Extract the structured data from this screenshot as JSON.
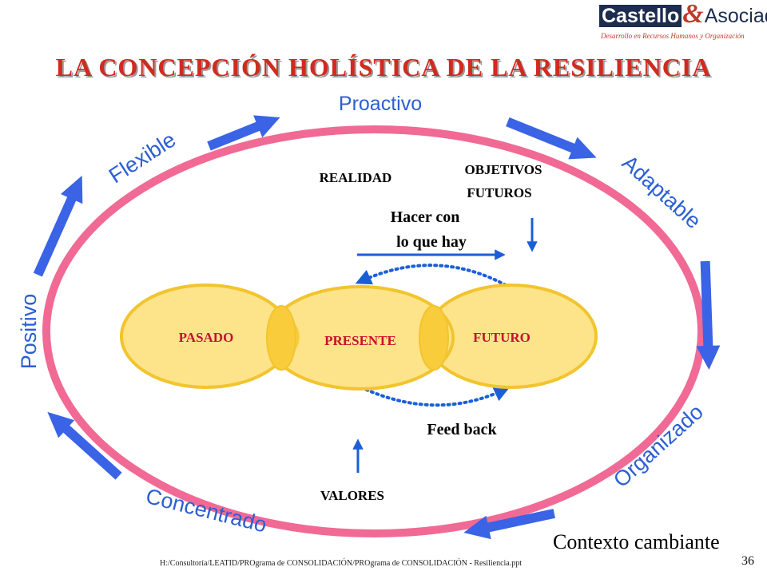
{
  "logo": {
    "name_part1": "Castello",
    "ampersand": "&",
    "name_part2": "Asociados",
    "tagline": "Desarrollo en Recursos Humanos y Organización"
  },
  "title": "LA CONCEPCIÓN HOLÍSTICA DE LA RESILIENCIA",
  "ring_words": {
    "proactivo": "Proactivo",
    "adaptable": "Adaptable",
    "organizado": "Organizado",
    "concentrado": "Concentrado",
    "positivo": "Positivo",
    "flexible": "Flexible"
  },
  "inner_labels": {
    "realidad": "REALIDAD",
    "objetivos_line1": "OBJETIVOS",
    "objetivos_line2": "FUTUROS",
    "hacer_line1": "Hacer con",
    "hacer_line2": "lo que hay",
    "feedback": "Feed back",
    "valores": "VALORES"
  },
  "circles": {
    "pasado": "PASADO",
    "presente": "PRESENTE",
    "futuro": "FUTURO"
  },
  "contexto": "Contexto cambiante",
  "footer_path": "H:/Consultoría/LEATID/PROgrama  de CONSOLIDACIÓN/PROgrama de CONSOLIDACIÓN - Resiliencia.ppt",
  "page_number": "36",
  "colors": {
    "title": "#d12a1e",
    "ring": "#f06a95",
    "arrow": "#3a63e6",
    "circle_fill": "#fde48a",
    "circle_stroke": "#f2c42e",
    "overlap": "#f9cc3c",
    "circle_text": "#c8102e"
  }
}
